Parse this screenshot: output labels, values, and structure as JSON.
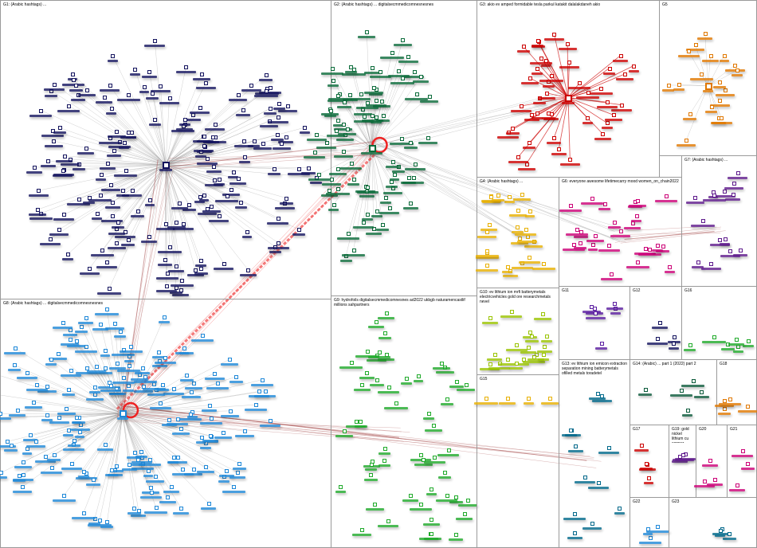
{
  "title": "NodeXL network graph",
  "groups": [
    {
      "id": "G1",
      "header": "G1: (Arabic hashtags) ...",
      "color": "#14145e",
      "nodes": 150
    },
    {
      "id": "G2",
      "header": "G2: (Arabic hashtags) ... digitalsecmmedicomnesnesnes",
      "color": "#0b6b3a",
      "nodes": 75
    },
    {
      "id": "G3",
      "header": "G3: akio ev amped formidable tesla parkul katakit dalalakdaneh akio",
      "color": "#cc0000",
      "nodes": 40
    },
    {
      "id": "G5",
      "header": "G5",
      "color": "#e07800",
      "nodes": 18
    },
    {
      "id": "G4",
      "header": "G4: (Arabic hashtags) ...",
      "color": "#e8b000",
      "nodes": 22
    },
    {
      "id": "G6",
      "header": "G6: everyone awesome lifetimecarry mood women_on_chain2022",
      "color": "#cc0077",
      "nodes": 24
    },
    {
      "id": "G7",
      "header": "G7: (Arabic hashtags) ...",
      "color": "#5e1a8c",
      "nodes": 14
    },
    {
      "id": "G8",
      "header": "G8: (Arabic hashtags) ... digitalsecmmedicomnesnesnes",
      "color": "#1e88d8",
      "nodes": 150
    },
    {
      "id": "G9",
      "header": "G9: hydrofoils digitalsecmmedicomnesnes ad2022 ukbgb naturamencastlif millions sahpartners",
      "color": "#1faa2a",
      "nodes": 50
    },
    {
      "id": "G10",
      "header": "G10: ev lithium ion mrfi batterymetals electricvehicles gold ore researchmetals nevel",
      "color": "#9ac400",
      "nodes": 18
    },
    {
      "id": "G11",
      "header": "G11",
      "color": "#5a1ca0",
      "nodes": 6
    },
    {
      "id": "G12",
      "header": "G12",
      "color": "#14145e",
      "nodes": 4
    },
    {
      "id": "G16",
      "header": "G16",
      "color": "#1faa2a",
      "nodes": 6
    },
    {
      "id": "G13",
      "header": "G13: ev lithium ion emicon extraction separation mining batterymetals ofilled metals toradetel",
      "color": "#00688a",
      "nodes": 12
    },
    {
      "id": "G14",
      "header": "G14: (Arabic) ... part 1 (2022) part 2",
      "color": "#0b5a3a",
      "nodes": 5
    },
    {
      "id": "G18",
      "header": "G18",
      "color": "#e07800",
      "nodes": 4
    },
    {
      "id": "G15",
      "header": "G15",
      "color": "#e8b000",
      "nodes": 4
    },
    {
      "id": "G17",
      "header": "G17",
      "color": "#cc0000",
      "nodes": 4
    },
    {
      "id": "G19",
      "header": "G19: gold nickel lithium cu copper metal scalable",
      "color": "#5e1a8c",
      "nodes": 3
    },
    {
      "id": "G20",
      "header": "G20",
      "color": "#cc0077",
      "nodes": 3
    },
    {
      "id": "G21",
      "header": "G21",
      "color": "#cc0077",
      "nodes": 3
    },
    {
      "id": "G22",
      "header": "G22",
      "color": "#1e88d8",
      "nodes": 3
    },
    {
      "id": "G23",
      "header": "G23",
      "color": "#00688a",
      "nodes": 3
    }
  ]
}
